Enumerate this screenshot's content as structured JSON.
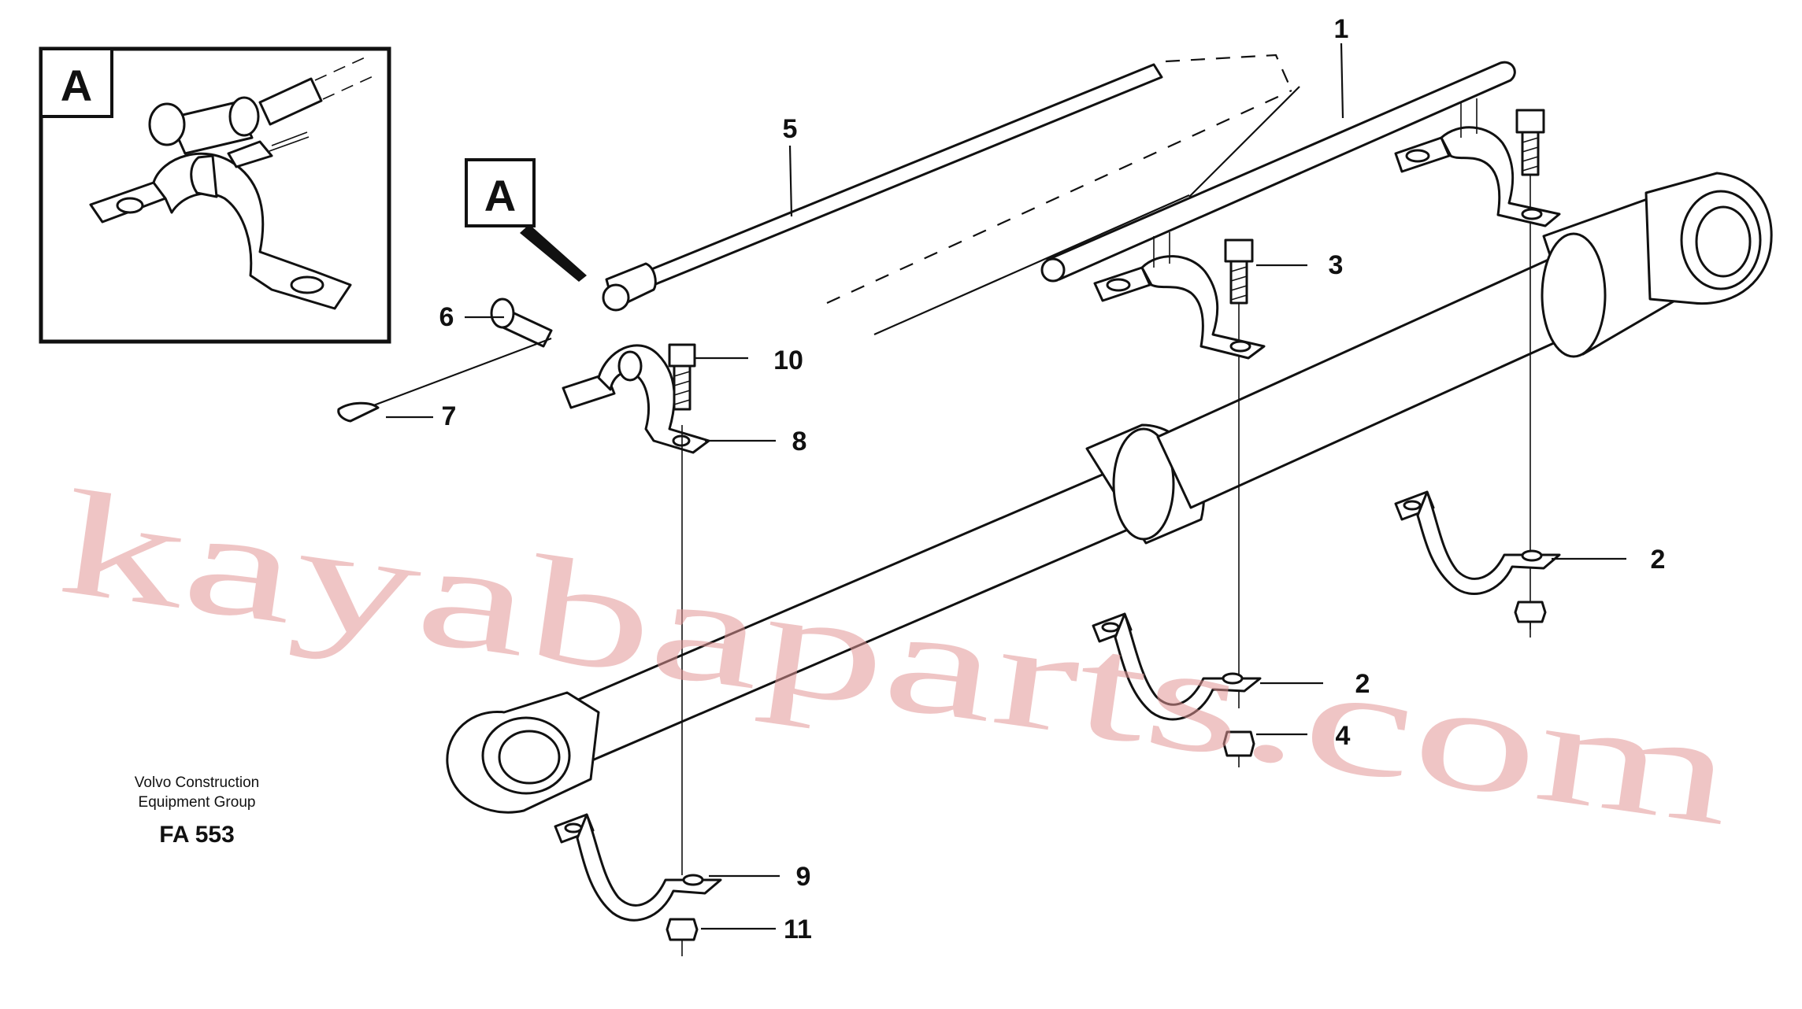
{
  "detail_view": {
    "label": "A"
  },
  "callout_a": {
    "label": "A"
  },
  "callouts": {
    "c1": "1",
    "c2a": "2",
    "c2b": "2",
    "c3": "3",
    "c4": "4",
    "c5": "5",
    "c6": "6",
    "c7": "7",
    "c8": "8",
    "c9": "9",
    "c10": "10",
    "c11": "11"
  },
  "credit": {
    "line1": "Volvo Construction",
    "line2": "Equipment Group"
  },
  "figure_number": "FA 553",
  "watermark": "kayabaparts.com"
}
